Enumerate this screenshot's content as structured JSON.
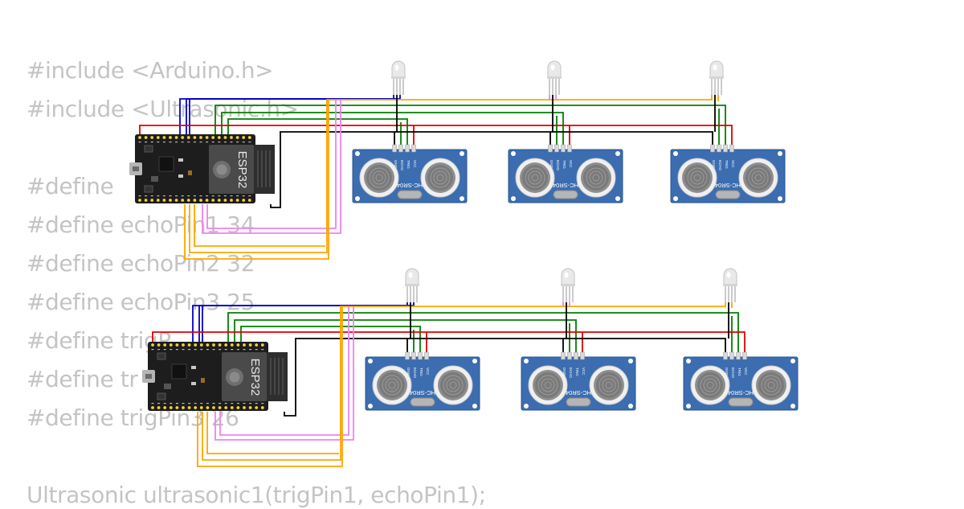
{
  "code": {
    "lines": [
      "#include <Arduino.h>",
      "#include <Ultrasonic.h>",
      "",
      "#define ",
      "#define echoPin1 34",
      "#define echoPin2 32",
      "#define echoPin3 25",
      "#define trigP",
      "#define tr",
      "#define trigPin3 26",
      "",
      "Ultrasonic ultrasonic1(trigPin1, echoPin1);"
    ]
  },
  "boards": {
    "label": "ESP32"
  },
  "sensors": {
    "label": "HC-SR04",
    "pins": [
      "VCC",
      "TRIG",
      "ECHO",
      "GND"
    ]
  },
  "wire_colors": {
    "vcc": "#e00000",
    "gnd": "#000000",
    "trig": "#008000",
    "echo": "#ffa500",
    "led_red": "#ee82ee",
    "led_blue": "#0000cc",
    "led_yellow": "#ffa500"
  }
}
